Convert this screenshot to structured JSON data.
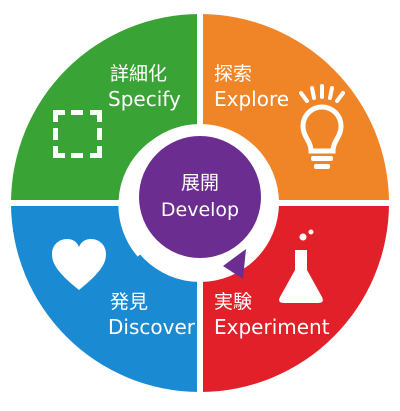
{
  "diagram": {
    "quadrants": [
      {
        "id": "specify",
        "label_jp": "詳細化",
        "label_en": "Specify",
        "color": "#3aa335",
        "icon": "dashed-square-icon"
      },
      {
        "id": "explore",
        "label_jp": "探索",
        "label_en": "Explore",
        "color": "#f08528",
        "icon": "lightbulb-icon"
      },
      {
        "id": "experiment",
        "label_jp": "実験",
        "label_en": "Experiment",
        "color": "#e2202a",
        "icon": "flask-icon"
      },
      {
        "id": "discover",
        "label_jp": "発見",
        "label_en": "Discover",
        "color": "#1a8bd3",
        "icon": "heart-icon"
      }
    ],
    "center": {
      "label_jp": "展開",
      "label_en": "Develop",
      "color": "#6b2e90",
      "arrow": "cycle-arrow-icon"
    },
    "ring_color": "#ffffff"
  }
}
